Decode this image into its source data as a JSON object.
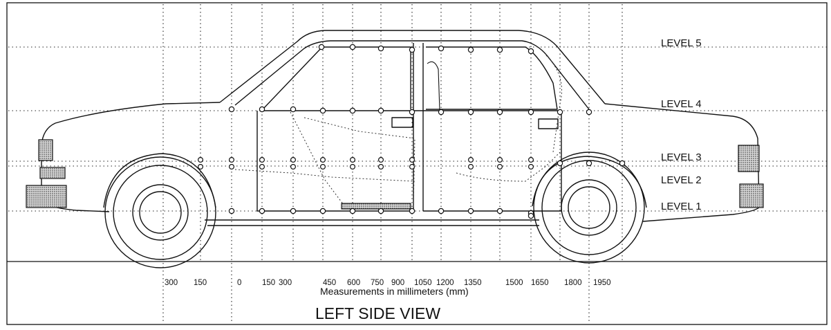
{
  "levels": {
    "level5": "LEVEL 5",
    "level4": "LEVEL 4",
    "level3": "LEVEL 3",
    "level2": "LEVEL 2",
    "level1": "LEVEL 1"
  },
  "ticks": [
    "300",
    "150",
    "0",
    "150",
    "300",
    "450",
    "600",
    "750",
    "900",
    "1050",
    "1200",
    "1350",
    "1500",
    "1650",
    "1800",
    "1950"
  ],
  "axis_caption": "Measurements in millimeters (mm)",
  "view_title": "LEFT SIDE VIEW",
  "colors": {
    "ink": "#111111",
    "paper": "#ffffff",
    "fill": "#9a9a9a"
  }
}
